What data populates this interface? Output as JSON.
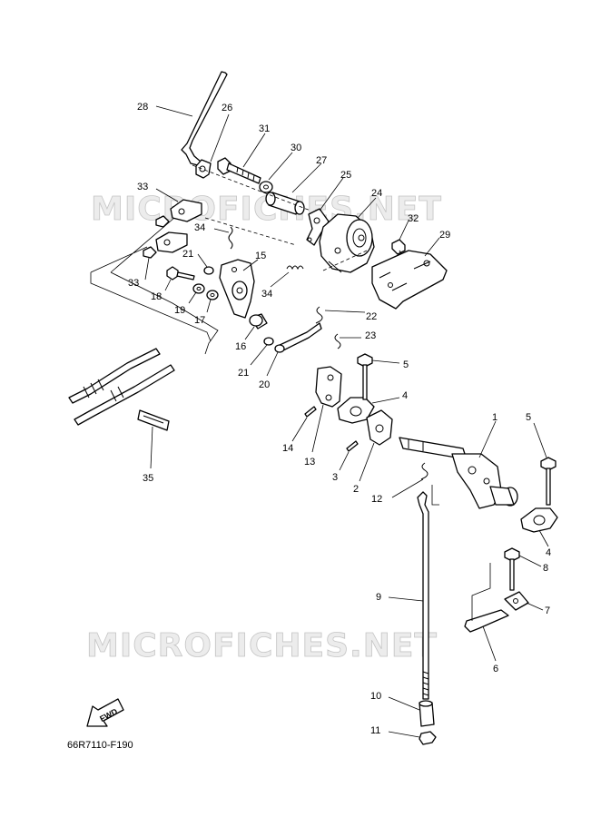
{
  "diagram": {
    "watermark_top": "MICROFICHES.NET",
    "watermark_bottom": "MICROFICHES.NET",
    "drawing_code": "66R7110-F190",
    "fwd_label": "FWD"
  },
  "callouts": {
    "c1": "1",
    "c2": "2",
    "c3": "3",
    "c4a": "4",
    "c4b": "4",
    "c5a": "5",
    "c5b": "5",
    "c6": "6",
    "c7": "7",
    "c8": "8",
    "c9": "9",
    "c10": "10",
    "c11": "11",
    "c12": "12",
    "c13": "13",
    "c14": "14",
    "c15": "15",
    "c16": "16",
    "c17": "17",
    "c18": "18",
    "c19": "19",
    "c20": "20",
    "c21a": "21",
    "c21b": "21",
    "c22": "22",
    "c23": "23",
    "c24": "24",
    "c25": "25",
    "c26": "26",
    "c27": "27",
    "c28": "28",
    "c29": "29",
    "c30": "30",
    "c31": "31",
    "c32": "32",
    "c33a": "33",
    "c33b": "33",
    "c34a": "34",
    "c34b": "34",
    "c35": "35"
  }
}
